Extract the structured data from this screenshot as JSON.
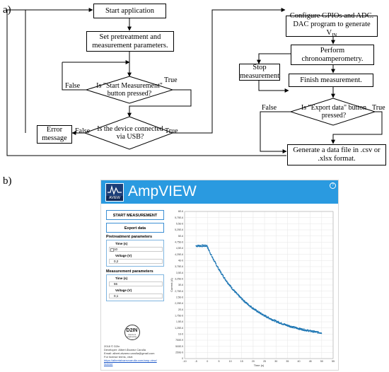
{
  "panel_a_label": "a)",
  "panel_b_label": "b)",
  "flow": {
    "start": "Start application",
    "set_params": "Set pretreatment and measurement parameters.",
    "decision_start": "Is \"Start Measurement\" button pressed?",
    "decision_usb": "Is the device connected via USB?",
    "error": "Error message",
    "configure": "Configure GPIOs and ADC. DAC program to generate V",
    "configure_sub": "IN",
    "perform": "Perform chronoamperometry.",
    "stop": "Stop measurement",
    "finish": "Finish measurement.",
    "decision_export": "Is \"Export data\" button pressed?",
    "generate": "Generate a data file in .csv or .xlsx format.",
    "false": "False",
    "true": "True"
  },
  "app": {
    "title": "AmpVIEW",
    "logo_tag": "AVIEW",
    "help": "?",
    "start_button": "START MEASUREMENT",
    "export_button": "Export data",
    "pretreatment_title": "Pretreatment parameters",
    "measurement_title": "Measurement parameters",
    "time_label": "Time (s)",
    "voltage_label": "Voltage (V)",
    "pre_time": "10",
    "pre_voltage": "0,2",
    "meas_time": "55",
    "meas_voltage": "0,1",
    "d2in_logo": "D2IN",
    "d2in_sub": "science & engineering",
    "credits": [
      "2018 © D2in",
      "Developer: Albert Álvarez Carulla",
      "Email: albert.alvarez.carulla@gmail.com",
      "For license terms, visit:"
    ],
    "credit_link_1": "https://albertalvarezcarulla.com/amp-view/",
    "credit_link_2": "license"
  },
  "chart_data": {
    "type": "scatter",
    "xlabel": "Time (s)",
    "ylabel": "Current (A)",
    "xlim": [
      -10,
      55
    ],
    "ylim": [
      0,
      6e-06
    ],
    "xticks": [
      -10,
      -5,
      0,
      5,
      10,
      15,
      20,
      25,
      30,
      35,
      40,
      45,
      50,
      55
    ],
    "yticks": [
      "0",
      "250E-9",
      "500E-9",
      "750E-9",
      "1E-6",
      "1,25E-6",
      "1,5E-6",
      "1,75E-6",
      "2E-6",
      "2,25E-6",
      "2,5E-6",
      "2,75E-6",
      "3E-6",
      "3,25E-6",
      "3,5E-6",
      "3,75E-6",
      "4E-6",
      "4,25E-6",
      "4,5E-6",
      "4,75E-6",
      "5E-6",
      "5,25E-6",
      "5,5E-6",
      "5,75E-6",
      "6E-6"
    ],
    "grid": true,
    "color": "#1f77b4",
    "pretreatment": {
      "x_start": -5,
      "x_end": 0,
      "y": 4.6e-06
    },
    "decay": {
      "x_start": 0,
      "x_end": 50,
      "y_start": 4.55e-06,
      "y_end": 1.05e-06,
      "tau": 18
    }
  }
}
